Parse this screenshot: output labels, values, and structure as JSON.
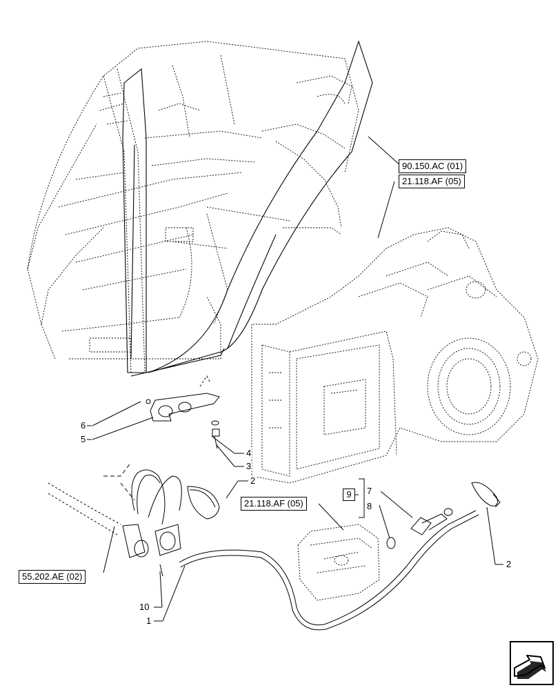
{
  "references": {
    "ref_90_150": "90.150.AC (01)",
    "ref_21_118_top": "21.118.AF (05)",
    "ref_21_118_mid": "21.118.AF (05)",
    "ref_55_202": "55.202.AE (02)"
  },
  "callouts": {
    "c1": "1",
    "c2a": "2",
    "c2b": "2",
    "c3": "3",
    "c4": "4",
    "c5": "5",
    "c6": "6",
    "c7": "7",
    "c8": "8",
    "c9": "9",
    "c10": "10"
  },
  "icons": {
    "navigation": "next-page-arrow-icon"
  },
  "colors": {
    "line": "#000000",
    "background": "#ffffff"
  }
}
